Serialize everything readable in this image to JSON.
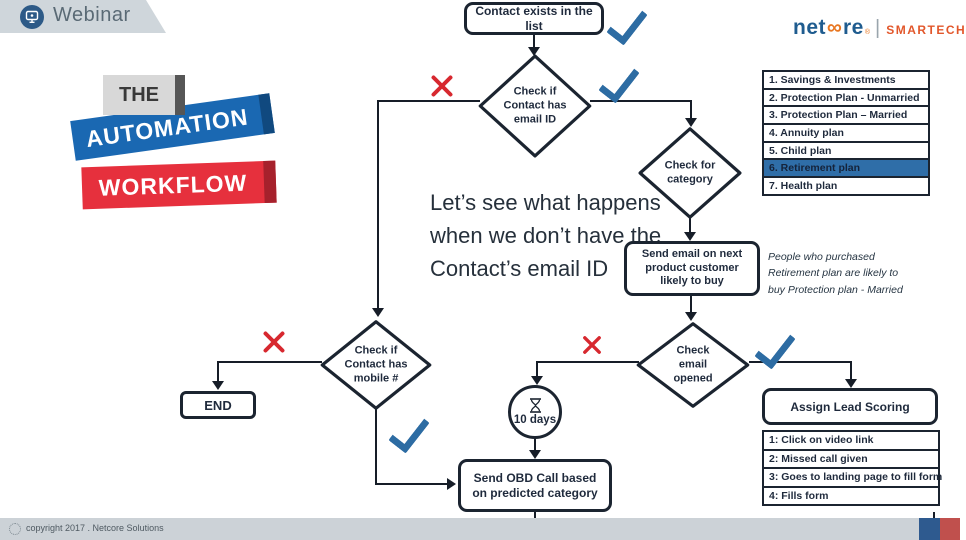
{
  "header": {
    "program_label": "Webinar"
  },
  "logo": {
    "name_prefix": "net",
    "infinity": "∞",
    "name_suffix": "re",
    "registered_mark": "®",
    "divider": "|",
    "brand": "SMARTECH"
  },
  "title": {
    "the": "THE",
    "automation": "AUTOMATION",
    "workflow": "WORKFLOW"
  },
  "headline": {
    "line1": "Let’s see what happens",
    "line2": "when we don’t have the",
    "line3": "Contact’s email ID"
  },
  "flowchart": {
    "start_label": "Contact exists in the list",
    "check_email_label": "Check if Contact has email ID",
    "check_category_label": "Check for category",
    "send_email_label": "Send email on next product customer likely to buy",
    "check_email_opened_label": "Check email opened",
    "check_mobile_label": "Check if Contact has mobile #",
    "end_label": "END",
    "wait_label": "10 days",
    "send_obd_label": "Send OBD Call based on predicted category",
    "assign_label": "Assign Lead Scoring"
  },
  "category_list": {
    "items": [
      "1. Savings & Investments",
      "2. Protection Plan - Unmarried",
      "3. Protection Plan – Married",
      "4. Annuity plan",
      "5. Child plan",
      "6. Retirement plan",
      "7. Health plan"
    ],
    "highlighted_item": "6. Retirement plan"
  },
  "note": {
    "line1": "People who purchased",
    "line2": "Retirement plan are likely to",
    "line3": "buy Protection plan - Married"
  },
  "steps_list": {
    "items": [
      "1: Click on video link",
      "2: Missed call given",
      "3: Goes to landing page to fill form",
      "4: Fills form"
    ]
  },
  "footer": {
    "copyright": "copyright 2017 . Netcore Solutions"
  },
  "colors": {
    "ink": "#1b2430",
    "check_blue": "#2d6ca3",
    "cross_red": "#d7282f",
    "highlight_blue": "#2f6ea8",
    "brand_blue": "#1f5c8f",
    "brand_orange": "#e87722",
    "title_blue": "#1a68b2",
    "title_red": "#e6303d",
    "footer_square_blue": "#2e5a8f",
    "footer_square_red": "#c0504d"
  }
}
